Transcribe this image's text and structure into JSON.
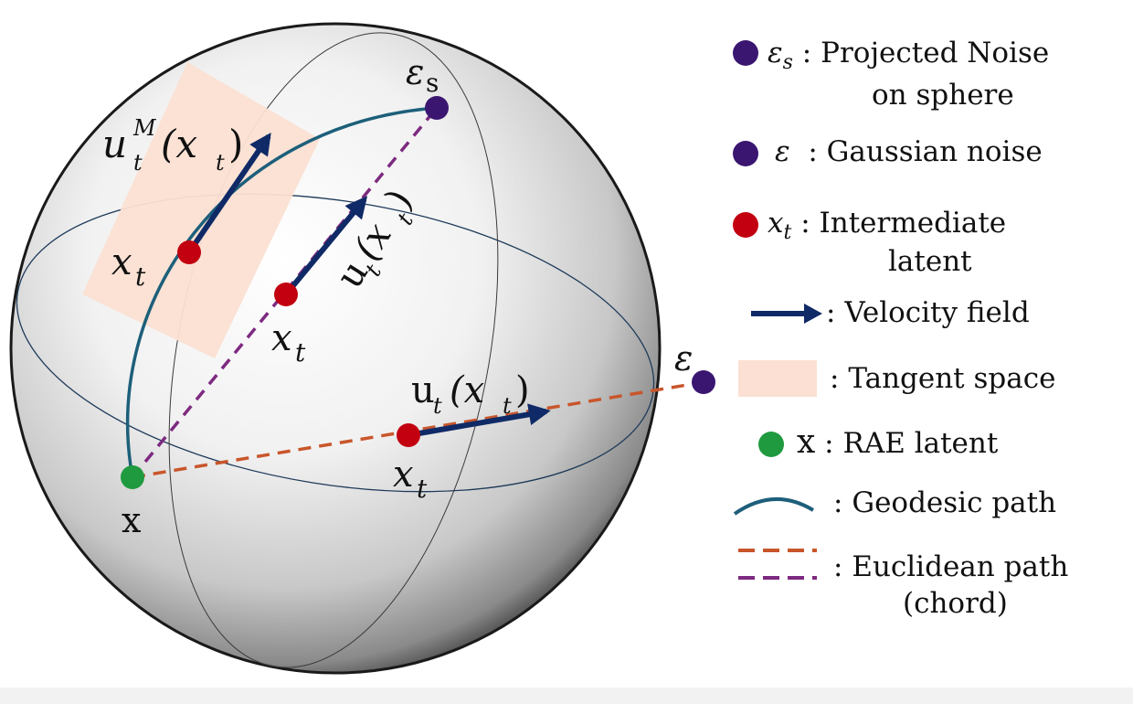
{
  "colors": {
    "noise_purple": "#3a1670",
    "latent_red": "#c20010",
    "data_green": "#1f9a3f",
    "velocity_navy": "#0f2a66",
    "geodesic_teal": "#1d5f7a",
    "euclid_orange": "#c9562b",
    "chord_purple": "#7d2a80",
    "tangent_peach": "#fbe0d3"
  },
  "diagram": {
    "eps_s_label": "ε",
    "eps_s_sub": "s",
    "eps_label": "ε",
    "x_label": "x",
    "xt_label": "x",
    "xt_sub": "t",
    "u_manifold_label": "u",
    "u_manifold_sup": "M",
    "u_manifold_arg": "(x",
    "u_label": "u",
    "u_arg": "(x",
    "close_paren": ")"
  },
  "legend": {
    "projected_noise": {
      "symbol": "ε",
      "sub": "s",
      "sep": ":",
      "line1": "Projected Noise",
      "line2": "on sphere",
      "icon": "purple-dot-icon"
    },
    "gaussian_noise": {
      "symbol": "ε",
      "sep": ":",
      "text": "Gaussian noise",
      "icon": "purple-dot-icon"
    },
    "intermediate_latent": {
      "symbol": "x",
      "sub": "t",
      "sep": ":",
      "line1": "Intermediate",
      "line2": "latent",
      "icon": "red-dot-icon"
    },
    "velocity_field": {
      "sep": ":",
      "text": "Velocity field",
      "icon": "arrow-icon"
    },
    "tangent_space": {
      "sep": ":",
      "text": "Tangent space",
      "icon": "peach-rect-icon"
    },
    "rae_latent": {
      "symbol": "x",
      "sep": ":",
      "text": "RAE latent",
      "icon": "green-dot-icon"
    },
    "geodesic_path": {
      "sep": ":",
      "text": "Geodesic path",
      "icon": "arc-icon"
    },
    "euclidean_path": {
      "sep": ":",
      "line1": "Euclidean path",
      "line2": "(chord)",
      "icon": "dashed-lines-icon"
    }
  }
}
